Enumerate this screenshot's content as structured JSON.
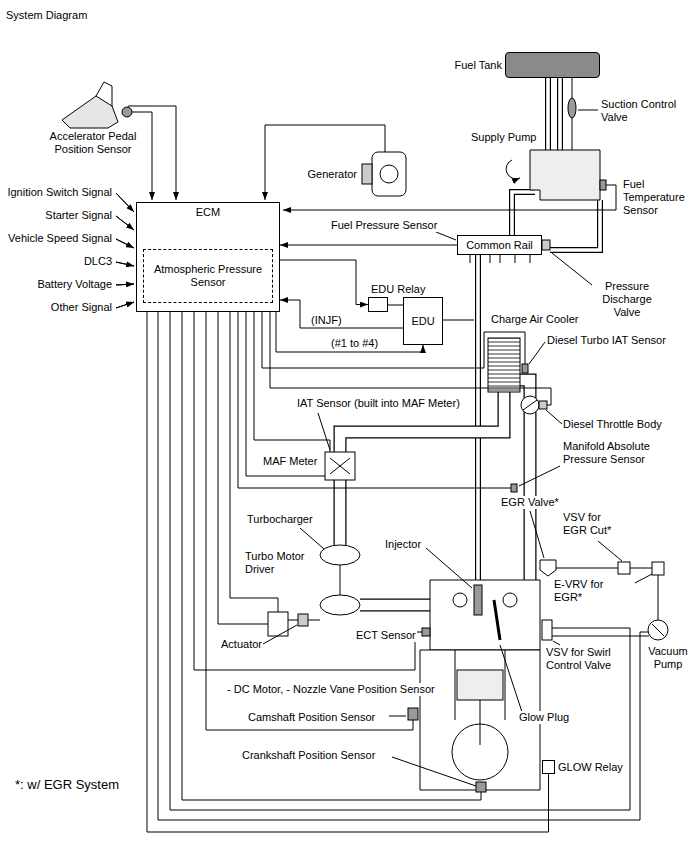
{
  "diagram": {
    "title": "System Diagram",
    "nodes": [
      {
        "text": [
          "ECM"
        ]
      },
      {
        "text": [
          "Atmospheric Pressure Sensor"
        ],
        "in": 0
      },
      {
        "text": [
          "EDU Relay"
        ]
      },
      {
        "text": [
          "EDU"
        ]
      },
      {
        "text": [
          "Common Rail"
        ]
      },
      {
        "text": [
          "Fuel Tank"
        ]
      },
      {
        "text": [
          "GLOW Relay"
        ]
      }
    ],
    "edges": [
      {
        "from": 0,
        "to": 2,
        "arrow": "to"
      },
      {
        "from": 2,
        "to": 3,
        "arrow": "none"
      },
      {
        "from": 3,
        "to": 0,
        "label": "(INJF)",
        "arrow": "to"
      },
      {
        "from": 0,
        "to": 3,
        "label": "(#1 to #4)",
        "arrow": "to"
      },
      {
        "from": 4,
        "to": 0,
        "arrow": "to"
      },
      {
        "from": 6,
        "to": 0,
        "arrow": "none"
      }
    ],
    "labels": [
      "Accelerator Pedal Position Sensor",
      "Ignition Switch Signal",
      "Starter Signal",
      "Vehicle Speed Signal",
      "DLC3",
      "Battery Voltage",
      "Other Signal",
      "Generator",
      "Suction Control Valve",
      "Supply Pump",
      "Fuel Temperature Sensor",
      "Fuel Pressure Sensor",
      "Pressure Discharge Valve",
      "Charge Air Cooler",
      "Diesel Turbo IAT Sensor",
      "IAT Sensor (built into MAF Meter)",
      "Diesel Throttle Body",
      "Manifold Absolute Pressure Sensor",
      "MAF Meter",
      "EGR Valve*",
      "VSV for EGR Cut*",
      "Turbocharger",
      "E-VRV for EGR*",
      "Turbo Motor Driver",
      "Injector",
      "ECT Sensor",
      "VSV for Swirl Control Valve",
      "Vacuum Pump",
      "Actuator",
      "- DC Motor, - Nozzle Vane Position Sensor",
      "Glow Plug",
      "Camshaft Position Sensor",
      "Crankshaft Position Sensor",
      "*: w/ EGR System"
    ]
  }
}
